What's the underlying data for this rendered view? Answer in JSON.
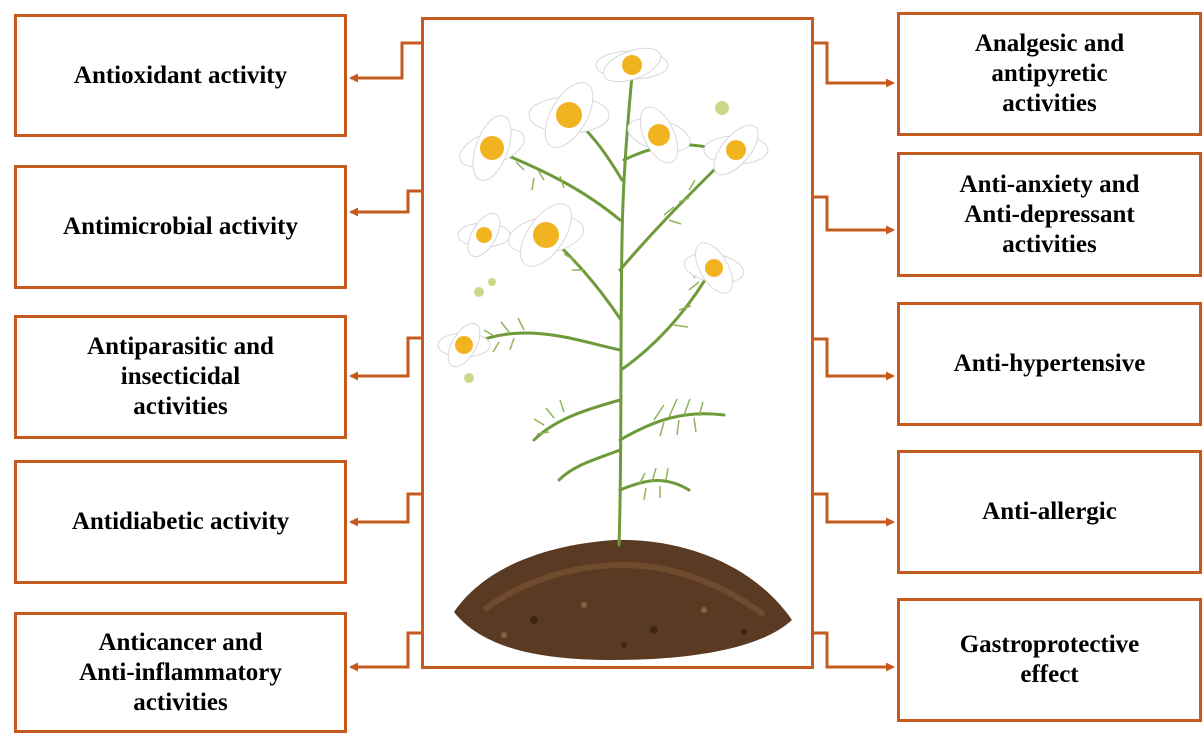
{
  "colors": {
    "accent": "#c55a1e",
    "stem": "#6e9a3a",
    "soil": "#5a3a22",
    "petal": "#ffffff",
    "center": "#f2b321"
  },
  "image": {
    "icon": "chamomile-plant-icon"
  },
  "left_boxes": [
    {
      "label": "Antioxidant activity"
    },
    {
      "label": "Antimicrobial activity"
    },
    {
      "label": "Antiparasitic and\ninsecticidal\nactivities"
    },
    {
      "label": "Antidiabetic activity"
    },
    {
      "label": "Anticancer and\nAnti-inflammatory\nactivities"
    }
  ],
  "right_boxes": [
    {
      "label": "Analgesic and\nantipyretic\nactivities"
    },
    {
      "label": "Anti-anxiety and\nAnti-depressant\nactivities"
    },
    {
      "label": "Anti-hypertensive"
    },
    {
      "label": "Anti-allergic"
    },
    {
      "label": "Gastroprotective\neffect"
    }
  ]
}
